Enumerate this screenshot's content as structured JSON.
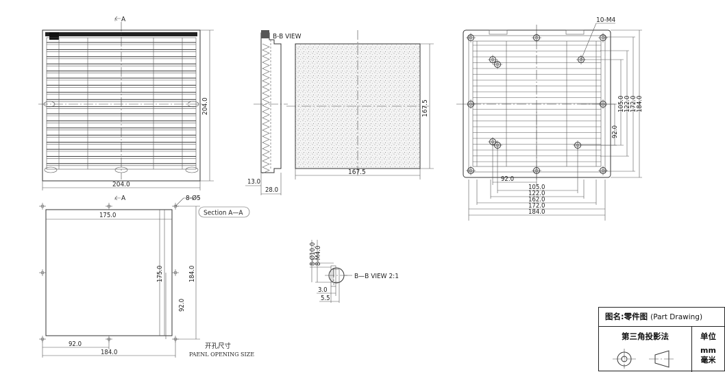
{
  "front_view": {
    "section_mark_top": "A",
    "section_mark_bottom": "A",
    "width_dim": "204.0",
    "height_dim": "204.0"
  },
  "side_view": {
    "view_label": "B-B VIEW",
    "dim_13": "13.0",
    "dim_28": "28.0"
  },
  "filter_view": {
    "width_dim": "167.5",
    "height_dim": "167.5"
  },
  "back_view": {
    "screw_label": "10-M4",
    "horizontal_dims": [
      "92.0",
      "105.0",
      "122.0",
      "162.0",
      "172.0",
      "184.0"
    ],
    "vertical_dims": [
      "105.0",
      "122.0",
      "172.0",
      "184.0"
    ],
    "vertical_dim_small": "92.0"
  },
  "cutout_view": {
    "holes_label": "8-Ø5",
    "section_label": "Section A—A",
    "top_dim": "175.0",
    "inner_height_dim": "175.0",
    "outer_height_dim": "184.0",
    "lower_height_dim": "92.0",
    "bottom_dim_small": "92.0",
    "bottom_dim_total": "184.0",
    "caption_cn": "开孔尺寸",
    "caption_en": "PAENL OPENING SIZE"
  },
  "detail_view": {
    "label": "B—B VIEW 2:1",
    "dim_hole": "8-Ø10.0",
    "dim_thread": "8-M4.0",
    "dim_3": "3.0",
    "dim_55": "5.5"
  },
  "title_block": {
    "title_cn": "图名:零件图",
    "title_en": "(Part Drawing)",
    "projection_label": "第三角投影法",
    "unit_label": "单位",
    "unit_value": "mm",
    "unit_cn": "毫米"
  }
}
